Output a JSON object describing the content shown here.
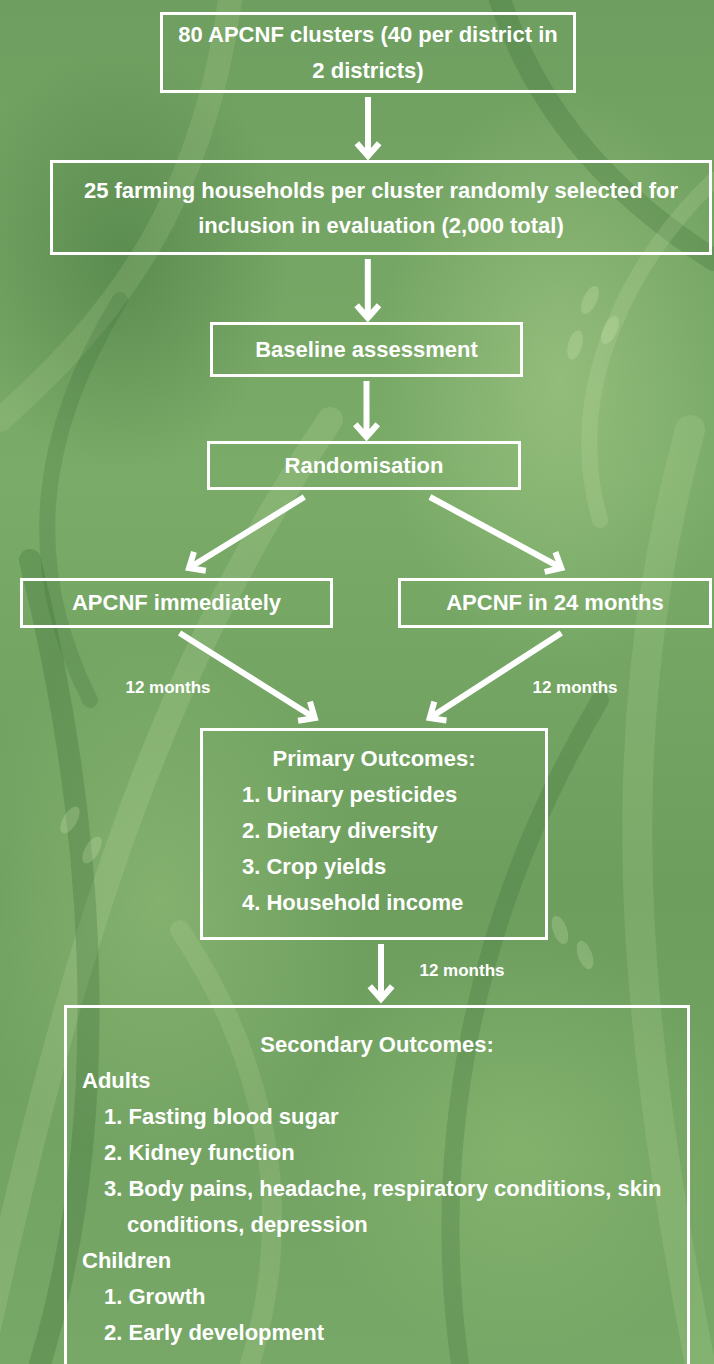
{
  "diagram": {
    "nodes": [
      {
        "text": [
          "80 APCNF clusters (40 per district in 2 districts)"
        ]
      },
      {
        "text": [
          "25 farming households per cluster randomly selected for inclusion in evaluation (2,000 total)"
        ]
      },
      {
        "text": [
          "Baseline assessment"
        ]
      },
      {
        "text": [
          "Randomisation"
        ]
      },
      {
        "text": [
          "APCNF immediately"
        ]
      },
      {
        "text": [
          "APCNF in 24 months"
        ]
      },
      {
        "text": [
          "Primary Outcomes:",
          "1. Urinary pesticides",
          "2. Dietary diversity",
          "3. Crop yields",
          "4. Household income"
        ]
      },
      {
        "text": [
          "Secondary Outcomes:",
          "Adults",
          "1. Fasting blood sugar",
          "2. Kidney function",
          "3. Body pains, headache, respiratory conditions, skin conditions, depression",
          "Children",
          "1. Growth",
          "2. Early development"
        ]
      }
    ],
    "edges": [
      {
        "from": 0,
        "to": 1,
        "arrow": "to"
      },
      {
        "from": 1,
        "to": 2,
        "arrow": "to"
      },
      {
        "from": 2,
        "to": 3,
        "arrow": "to"
      },
      {
        "from": 3,
        "to": 4,
        "arrow": "to"
      },
      {
        "from": 3,
        "to": 5,
        "arrow": "to"
      },
      {
        "from": 4,
        "to": 6,
        "label": "12 months",
        "arrow": "to"
      },
      {
        "from": 5,
        "to": 6,
        "label": "12 months",
        "arrow": "to"
      },
      {
        "from": 6,
        "to": 7,
        "label": "12 months",
        "arrow": "to"
      }
    ]
  }
}
